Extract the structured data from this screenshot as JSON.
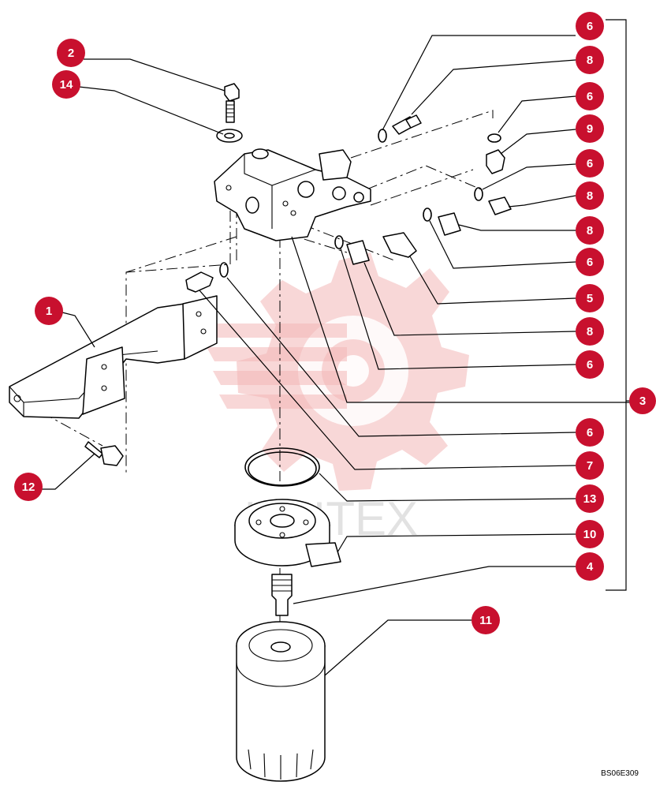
{
  "callouts": [
    {
      "id": "c-2",
      "label": "2"
    },
    {
      "id": "c-14",
      "label": "14"
    },
    {
      "id": "c-1",
      "label": "1"
    },
    {
      "id": "c-12",
      "label": "12"
    },
    {
      "id": "c-6a",
      "label": "6"
    },
    {
      "id": "c-8a",
      "label": "8"
    },
    {
      "id": "c-6b",
      "label": "6"
    },
    {
      "id": "c-9",
      "label": "9"
    },
    {
      "id": "c-6c",
      "label": "6"
    },
    {
      "id": "c-8b",
      "label": "8"
    },
    {
      "id": "c-8c",
      "label": "8"
    },
    {
      "id": "c-6d",
      "label": "6"
    },
    {
      "id": "c-5",
      "label": "5"
    },
    {
      "id": "c-8d",
      "label": "8"
    },
    {
      "id": "c-6e",
      "label": "6"
    },
    {
      "id": "c-3",
      "label": "3"
    },
    {
      "id": "c-6f",
      "label": "6"
    },
    {
      "id": "c-7",
      "label": "7"
    },
    {
      "id": "c-13",
      "label": "13"
    },
    {
      "id": "c-10",
      "label": "10"
    },
    {
      "id": "c-4",
      "label": "4"
    },
    {
      "id": "c-11",
      "label": "11"
    }
  ],
  "watermark": "UNITEX",
  "drawing_code": "BS06E309",
  "colors": {
    "callout": "#c8102e",
    "watermark": "#f2b6b6"
  }
}
